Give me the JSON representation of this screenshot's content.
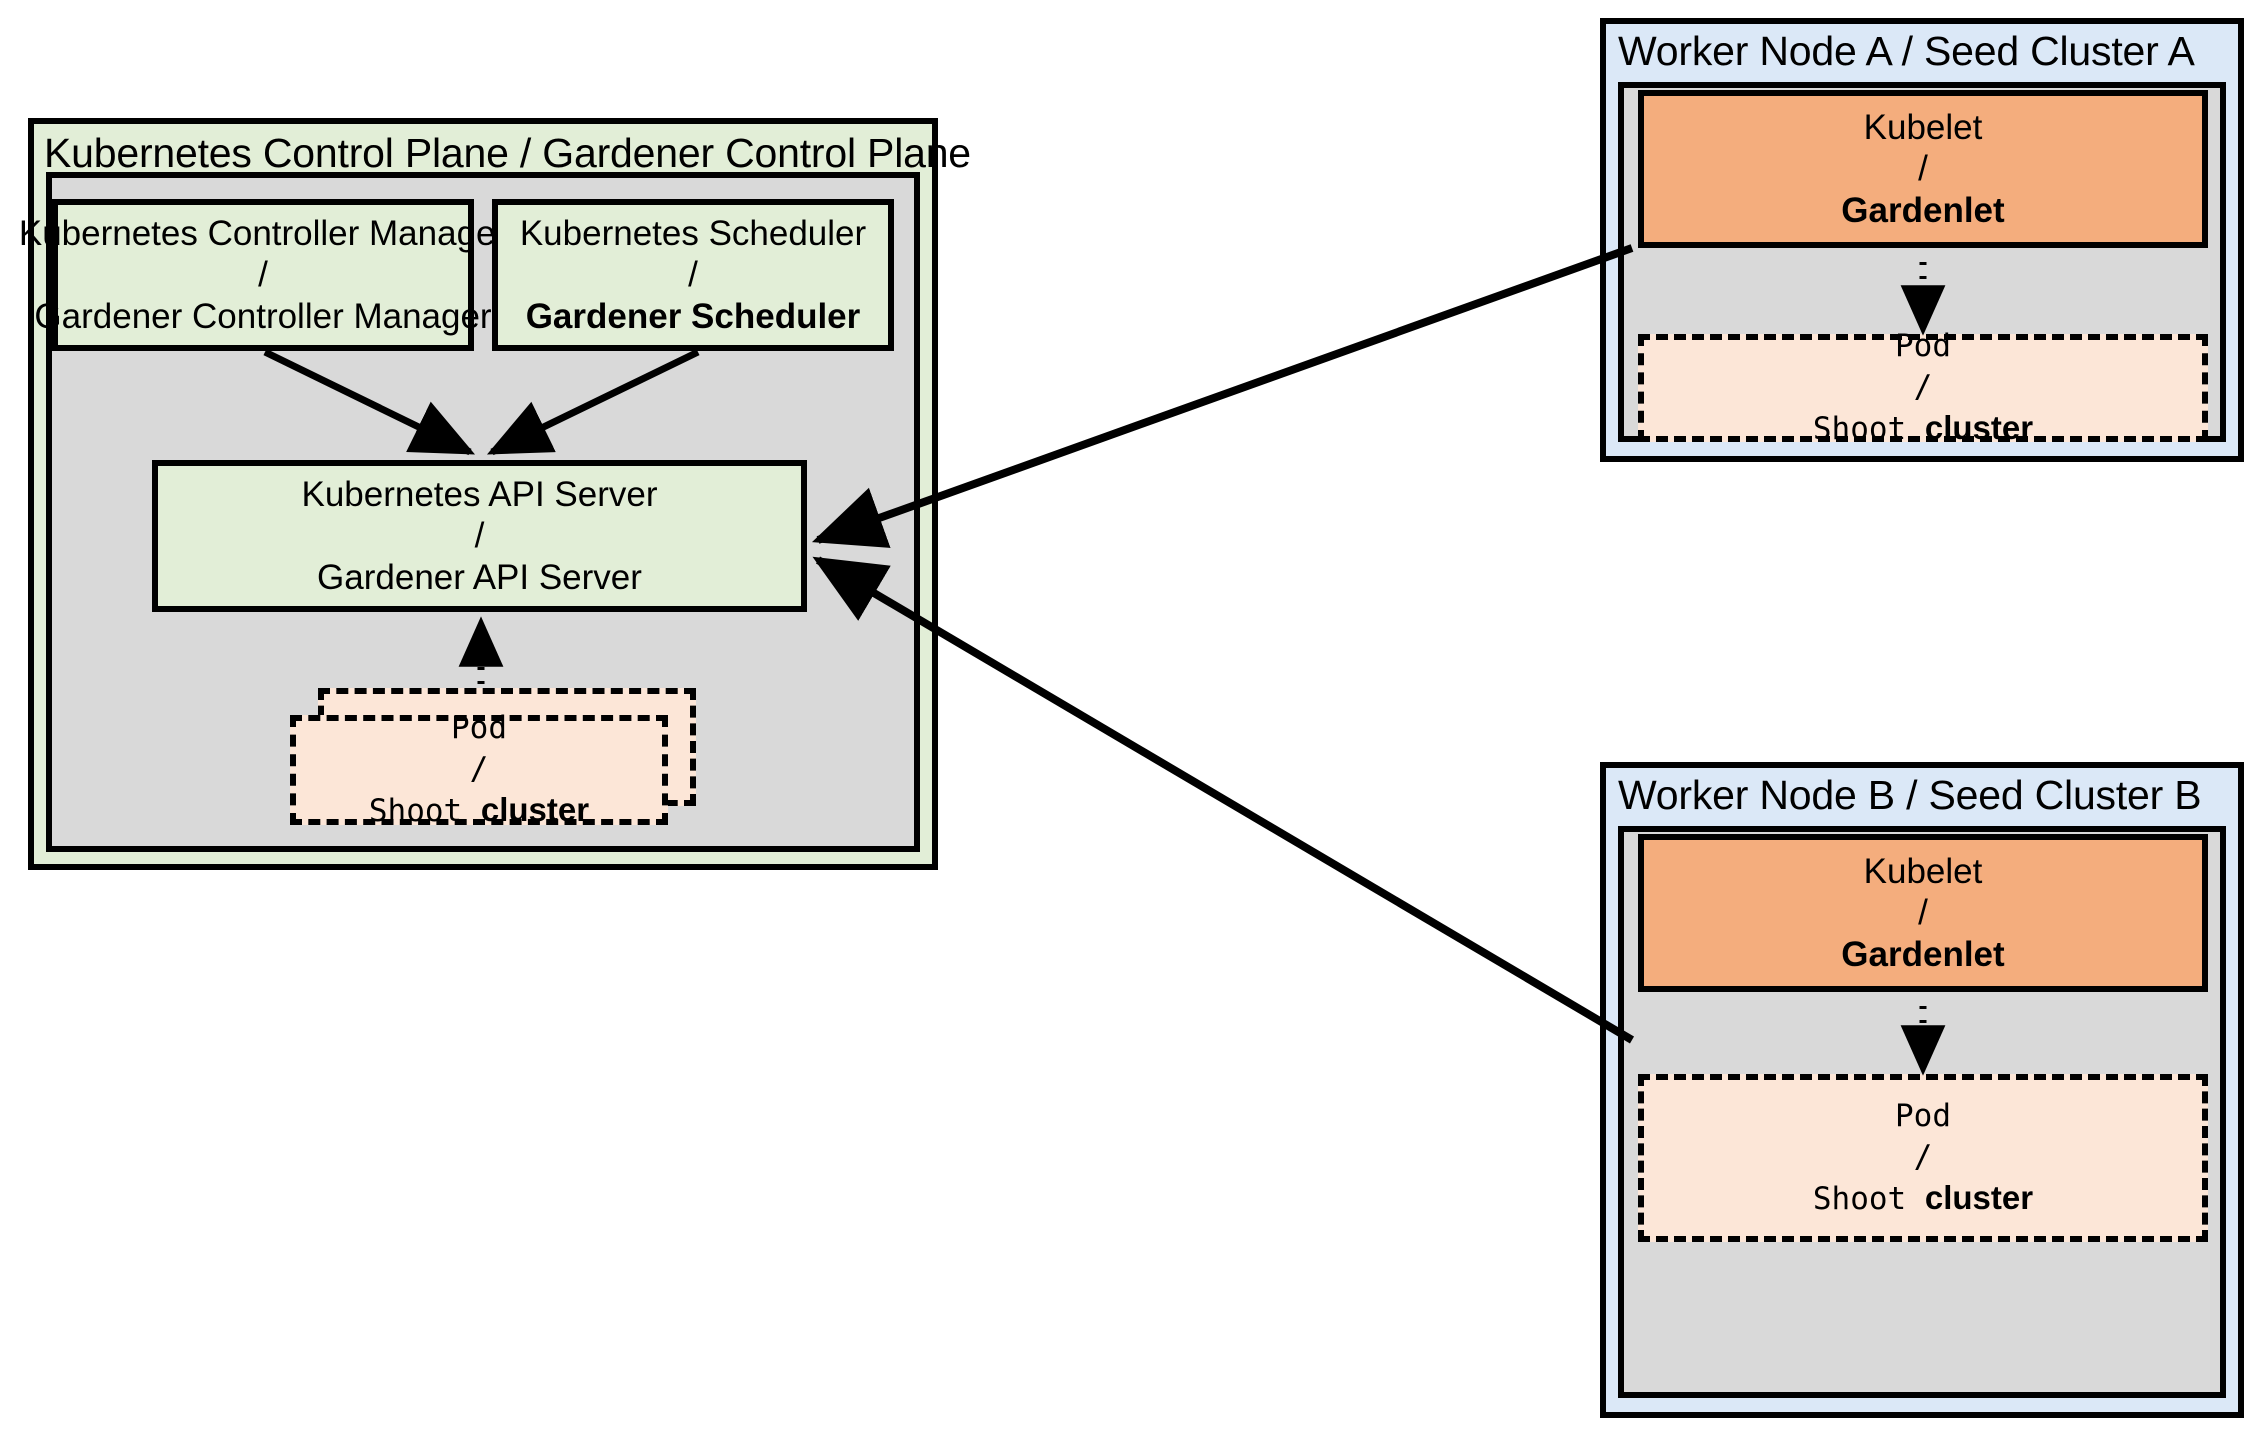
{
  "diagram": {
    "title_control_plane": "Kubernetes Control Plane / Gardener Control Plane",
    "title_worker_a": "Worker Node A / Seed Cluster A",
    "title_worker_b": "Worker Node B / Seed Cluster B"
  },
  "control_plane": {
    "controller_manager": {
      "line1": "Kubernetes Controller Manager",
      "separator": "/",
      "line2": "Gardener Controller Manager"
    },
    "scheduler": {
      "line1": "Kubernetes Scheduler",
      "separator": "/",
      "line2": "Gardener Scheduler"
    },
    "api_server": {
      "line1": "Kubernetes API Server",
      "separator": "/",
      "line2": "Gardener API Server"
    },
    "pod": {
      "line1": "Pod",
      "separator": "/",
      "line2_mono": "Shoot ",
      "line2_bold": "cluster"
    }
  },
  "worker_a": {
    "kubelet": {
      "line1": "Kubelet",
      "separator": "/",
      "line2": "Gardenlet"
    },
    "pod": {
      "line1": "Pod",
      "separator": "/",
      "line2_mono": "Shoot ",
      "line2_bold": "cluster"
    }
  },
  "worker_b": {
    "kubelet": {
      "line1": "Kubelet",
      "separator": "/",
      "line2": "Gardenlet"
    },
    "pod": {
      "line1": "Pod",
      "separator": "/",
      "line2_mono": "Shoot ",
      "line2_bold": "cluster"
    }
  },
  "colors": {
    "green_fill": "#e2eed7",
    "grey_fill": "#d9d9d9",
    "blue_fill": "#dbe8f7",
    "orange_fill": "#f4ad7d",
    "pod_fill": "#fce6d7",
    "stroke": "#000000"
  }
}
